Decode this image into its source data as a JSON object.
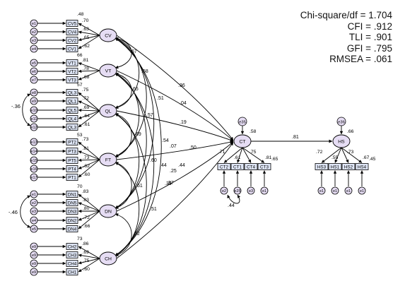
{
  "fit_indices": [
    "Chi-square/df = 1.704",
    "CFI = .912",
    "TLI = .901",
    "GFI = .795",
    "RMSEA = .061"
  ],
  "colors": {
    "latent_fill": "#e6ddf4",
    "indicator_fill": "#dfe6f6",
    "error_fill": "#e6ddf4",
    "line": "#000000"
  },
  "latents": [
    {
      "id": "CV",
      "r2": ".48"
    },
    {
      "id": "VT",
      "r2": "66"
    },
    {
      "id": "QL",
      "r2": "57"
    },
    {
      "id": "FT",
      "r2": "53"
    },
    {
      "id": "DN",
      "r2": "70"
    },
    {
      "id": "CH",
      "r2": "73"
    },
    {
      "id": "CT",
      "r2": ".58"
    },
    {
      "id": "HS",
      "r2": ".66"
    }
  ],
  "indicators": {
    "CV": {
      "items": [
        "CV5",
        "CV4",
        "CV2",
        "CV1"
      ],
      "errors": [
        "e1",
        "e2",
        "e3",
        "e4"
      ],
      "loadings": [
        ".70",
        ".63",
        ".65",
        ".62"
      ]
    },
    "VT": {
      "items": [
        "VT1",
        "VT2",
        "VT3"
      ],
      "errors": [
        "e5",
        "e6",
        "e7"
      ],
      "loadings": [
        ".81",
        ".78",
        ".68"
      ]
    },
    "QL": {
      "items": [
        "QL3",
        "QL1",
        "QL5",
        "QL4",
        "QL3"
      ],
      "errors": [
        "e8",
        "e9",
        "e10",
        "e11",
        "e12"
      ],
      "loadings": [
        ".75",
        ".72",
        ".69",
        ".64",
        ".61"
      ]
    },
    "FT": {
      "items": [
        "PT2",
        "PT3",
        "PT5",
        "PT4",
        "PT1"
      ],
      "errors": [
        "e13",
        "e14",
        "e15",
        "e16",
        "e17"
      ],
      "loadings": [
        ".73",
        ".81",
        ".73",
        ".62",
        ".60"
      ]
    },
    "DN": {
      "items": [
        "DN1",
        "DN5",
        "DN3",
        "DN2",
        "DN4"
      ],
      "errors": [
        "e1",
        "e2",
        "e3",
        "e4",
        "e5"
      ],
      "loadings": [
        ".83",
        ".83",
        ".80",
        ".72",
        ".66"
      ]
    },
    "CH": {
      "items": [
        "CH2",
        "CH3",
        "CH4",
        "CH1"
      ],
      "errors": [
        "e9",
        "e9",
        "e9",
        "e9"
      ],
      "loadings": [
        ".86",
        ".69",
        ".75",
        ".60"
      ]
    },
    "CT": {
      "items": [
        "CT2",
        "CT1",
        "CT4",
        "CT3"
      ],
      "errors": [
        "e2",
        "e25",
        "e3",
        "e1"
      ],
      "loadings": [
        ".71",
        ".61",
        ".75",
        ".81"
      ],
      "extra": ".65"
    },
    "HS": {
      "items": [
        "HS3",
        "HS1",
        "HS2",
        "HS4"
      ],
      "errors": [
        "e1",
        "e1",
        "e1",
        "e1"
      ],
      "loadings": [
        ".72",
        ".55",
        ".73",
        ".67"
      ],
      "extra": ".45"
    }
  },
  "structural_disturbances": {
    "CT": "e35",
    "HS": "e36"
  },
  "paths_to_CT": [
    {
      "from": "CV",
      "coef": ".36"
    },
    {
      "from": "VT",
      "coef": ".04"
    },
    {
      "from": "QL",
      "coef": ".19"
    },
    {
      "from": "FT",
      "coef": ".50"
    },
    {
      "from": "DN",
      "coef": ".25"
    },
    {
      "from": "CH",
      "coef": ".37"
    }
  ],
  "path_CT_HS": ".81",
  "correlations": [
    {
      "pair": "CV-VT",
      "coef": ".67"
    },
    {
      "pair": "CV-QL",
      "coef": ".58"
    },
    {
      "pair": "CV-FT",
      "coef": ".51"
    },
    {
      "pair": "CV-DN",
      "coef": ".54"
    },
    {
      "pair": "CV-CH",
      "coef": ".44"
    },
    {
      "pair": "VT-QL",
      "coef": ".65"
    },
    {
      "pair": "VT-FT",
      "coef": ".57"
    },
    {
      "pair": "VT-DN",
      "coef": ".60"
    },
    {
      "pair": "VT-CH",
      "coef": ".39"
    },
    {
      "pair": "QL-FT",
      "coef": ".69"
    },
    {
      "pair": "QL-DN",
      "coef": ".44"
    },
    {
      "pair": "QL-CH",
      "coef": ".07"
    },
    {
      "pair": "FT-DN",
      "coef": ".61"
    },
    {
      "pair": "FT-CH",
      "coef": ".51"
    },
    {
      "pair": "DN-CH",
      "coef": ".62"
    }
  ],
  "error_covariances": [
    {
      "between": "QL errors",
      "coef": "-.36"
    },
    {
      "between": "DN errors",
      "coef": "-.46"
    },
    {
      "between": "CT errors",
      "coef": ".44"
    }
  ]
}
